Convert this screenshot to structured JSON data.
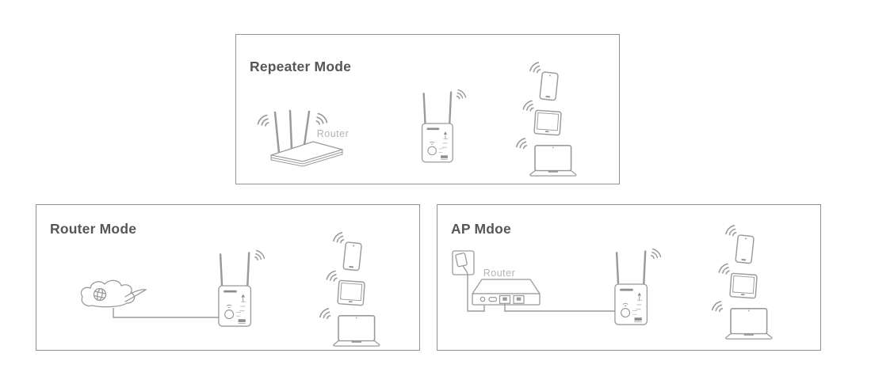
{
  "page": {
    "background": "#ffffff",
    "colors": {
      "line": "#9a9a9a",
      "title_text": "#565656",
      "label_text": "#b3b3b3",
      "panel_border": "#919191"
    }
  },
  "panels": [
    {
      "id": "repeater-mode",
      "title": "Repeater Mode",
      "router_label": "Router",
      "icons": [
        "wireless-router",
        "wifi-signal",
        "wifi-extender",
        "smartphone",
        "tablet",
        "laptop"
      ]
    },
    {
      "id": "router-mode",
      "title": "Router Mode",
      "icons": [
        "internet-cloud",
        "wifi-extender",
        "wifi-signal",
        "smartphone",
        "tablet",
        "laptop"
      ]
    },
    {
      "id": "ap-mode",
      "title": "AP Mdoe",
      "router_label": "Router",
      "icons": [
        "power-outlet",
        "modem-router",
        "wifi-extender",
        "wifi-signal",
        "smartphone",
        "tablet",
        "laptop"
      ]
    }
  ]
}
